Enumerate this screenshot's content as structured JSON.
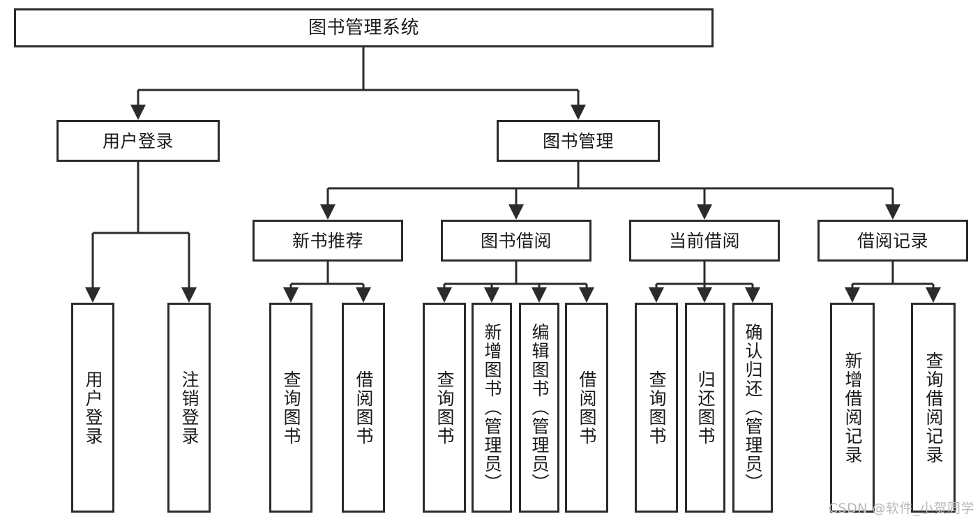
{
  "diagram": {
    "title": "图书管理系统",
    "type": "function-structure-tree",
    "stroke_color": "#2b2b2b",
    "fill_color": "#ffffff",
    "text_color": "#1a1a1a"
  },
  "root": {
    "label": "图书管理系统"
  },
  "level2": [
    {
      "label": "用户登录"
    },
    {
      "label": "图书管理"
    }
  ],
  "level3": [
    {
      "label": "新书推荐"
    },
    {
      "label": "图书借阅"
    },
    {
      "label": "当前借阅"
    },
    {
      "label": "借阅记录"
    }
  ],
  "leaves": {
    "user_login": [
      {
        "label": "用户登录"
      },
      {
        "label": "注销登录"
      }
    ],
    "new_book": [
      {
        "label": "查询图书"
      },
      {
        "label": "借阅图书"
      }
    ],
    "book_borrow": [
      {
        "label": "查询图书"
      },
      {
        "label": "新增图书（管理员）"
      },
      {
        "label": "编辑图书（管理员）"
      },
      {
        "label": "借阅图书"
      }
    ],
    "current_borrow": [
      {
        "label": "查询图书"
      },
      {
        "label": "归还图书"
      },
      {
        "label": "确认归还（管理员）"
      }
    ],
    "borrow_record": [
      {
        "label": "新增借阅记录"
      },
      {
        "label": "查询借阅记录"
      }
    ]
  },
  "watermark": {
    "text": "CSDN @软件_小贺同学",
    "color": "#b9b9b9"
  }
}
